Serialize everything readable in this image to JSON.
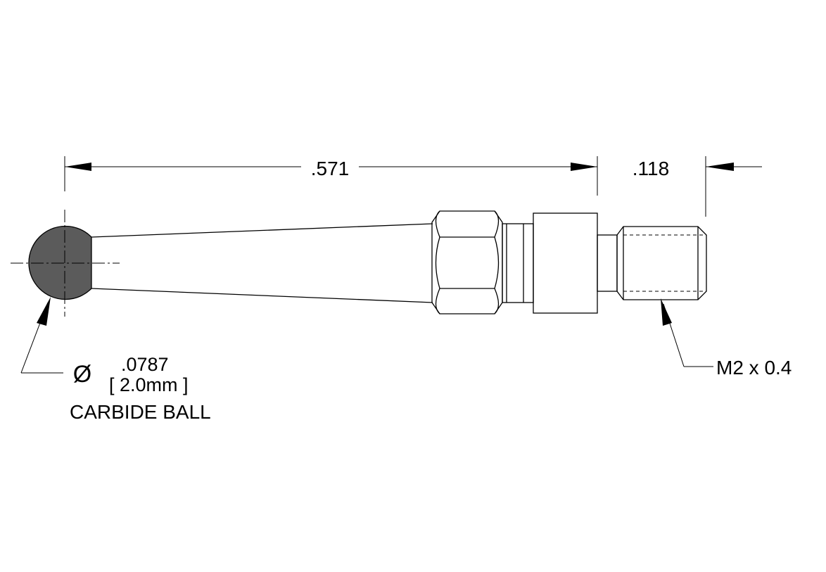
{
  "colors": {
    "line": "#000000",
    "ball_fill": "#5b5b5b",
    "background": "#ffffff"
  },
  "dimensions": {
    "overall_length": ".571",
    "thread_length": ".118"
  },
  "ball": {
    "diameter_symbol": "Ø",
    "diameter_inch": ".0787",
    "diameter_mm": "[ 2.0mm ]",
    "material_label": "CARBIDE BALL"
  },
  "thread": {
    "spec_label": "M2 x 0.4"
  }
}
